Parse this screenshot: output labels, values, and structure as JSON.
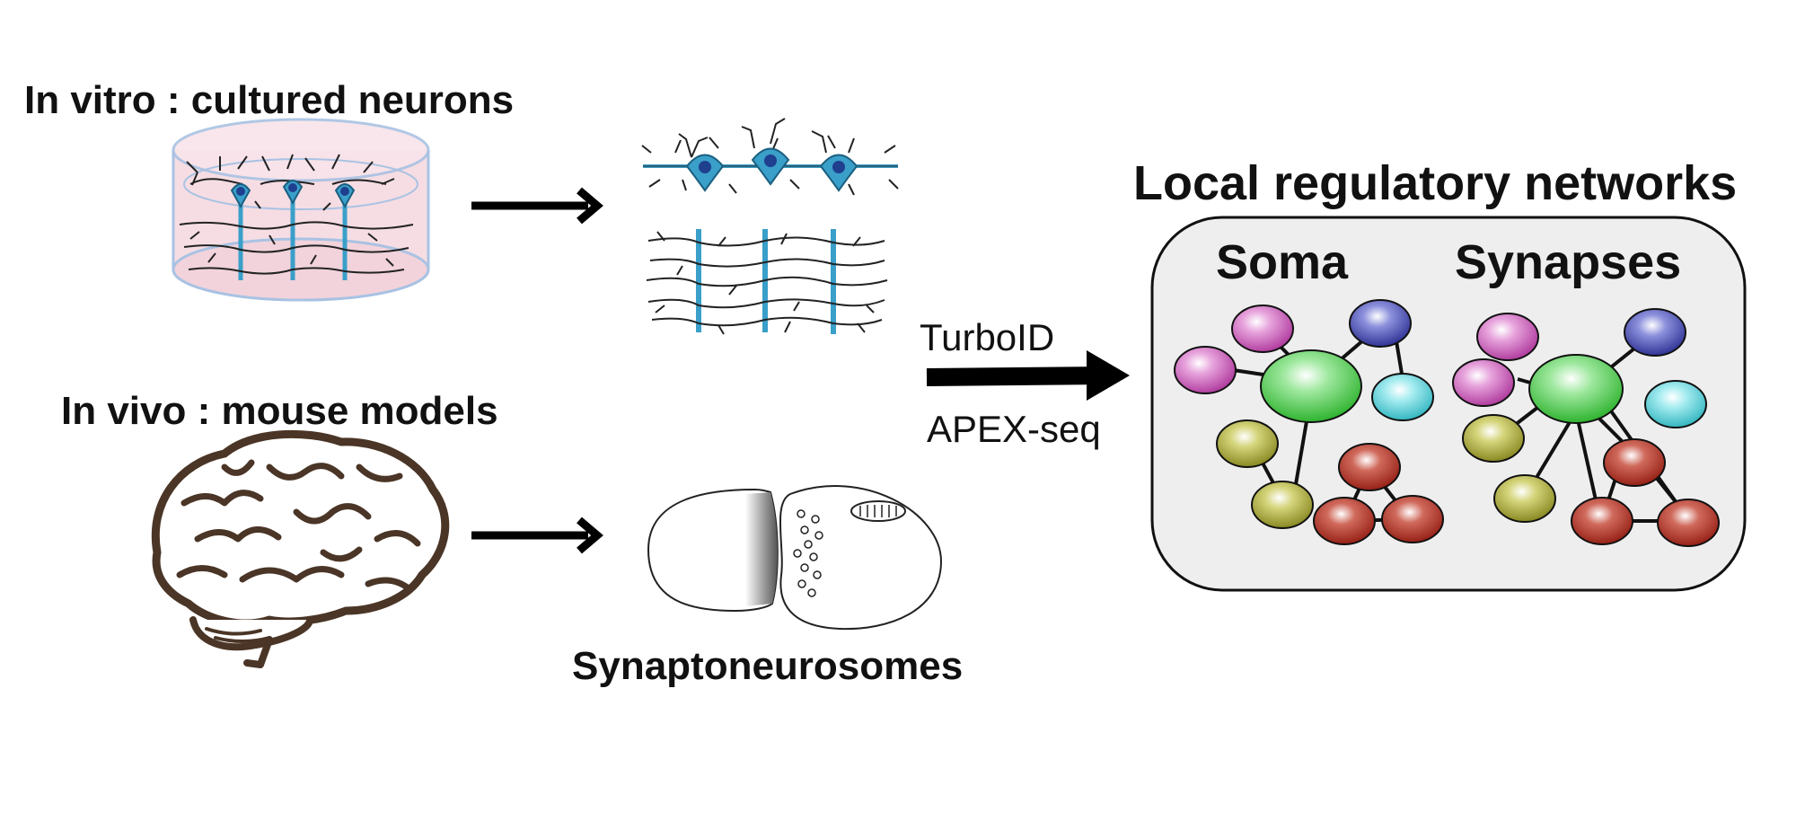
{
  "labels": {
    "in_vitro": "In vitro : cultured neurons",
    "in_vivo": "In vivo : mouse models",
    "synaptoneurosomes": "Synaptoneurosomes",
    "turboid": "TurboID",
    "apex": "APEX-seq",
    "networks_title": "Local regulatory networks",
    "soma": "Soma",
    "synapses": "Synapses"
  },
  "colors": {
    "dish_fill": "#f6dde3",
    "dish_rim": "#a9c2e3",
    "neuron": "#3a9fc9",
    "neuron_nucleus": "#1f3f8f",
    "brain": "#4a3526",
    "panel_fill": "#eeeeee",
    "node_magenta": "#c24db0",
    "node_blue": "#3b3fa6",
    "node_green": "#3dc83d",
    "node_cyan": "#45c6cf",
    "node_olive": "#9a9a2e",
    "node_red": "#a5281c"
  },
  "icons": [
    "culture-dish-icon",
    "neuron-soma-icon",
    "neuron-dendrite-icon",
    "brain-icon",
    "synaptoneurosome-icon",
    "arrow-icon"
  ]
}
